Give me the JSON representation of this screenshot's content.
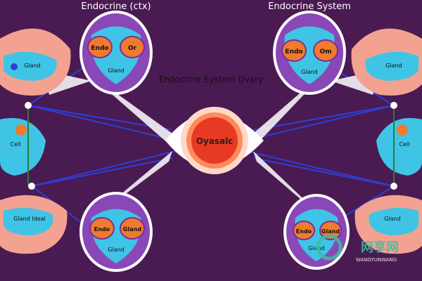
{
  "titles": {
    "top_left": "Endocrine (ctx)",
    "top_right": "Endocrine System",
    "center": "Endocrine System Ovary",
    "center_node": "Oyasalc"
  },
  "watermark": {
    "brand": "WANGYUNWANG",
    "glyphs": "网享网"
  },
  "nodes": {
    "left_top_head": "Gland",
    "left_mid_organ": "Cell",
    "left_bot_head": "Gland Ideal",
    "right_top_head": "Gland",
    "right_mid_organ": "Cell",
    "right_bot_head": "Gland",
    "circle_tl": [
      "Endo",
      "Or"
    ],
    "circle_tl_sub": "Gland",
    "circle_tr": [
      "Endo",
      "Om"
    ],
    "circle_tr_sub": "Gland",
    "circle_bl": [
      "Endo",
      "Gland"
    ],
    "circle_bl_sub": "Gland",
    "circle_br": [
      "Endo",
      "Gland"
    ],
    "circle_br_sub": "Gland"
  },
  "colors": {
    "background": "#4a1a52",
    "skin": "#f3a291",
    "cyan": "#3fc4e6",
    "purple": "#8a47b8",
    "orange": "#f07a2e",
    "line": "#2f3fd6",
    "center_ring": "#ff8a5c",
    "center_core": "#e63a22"
  }
}
